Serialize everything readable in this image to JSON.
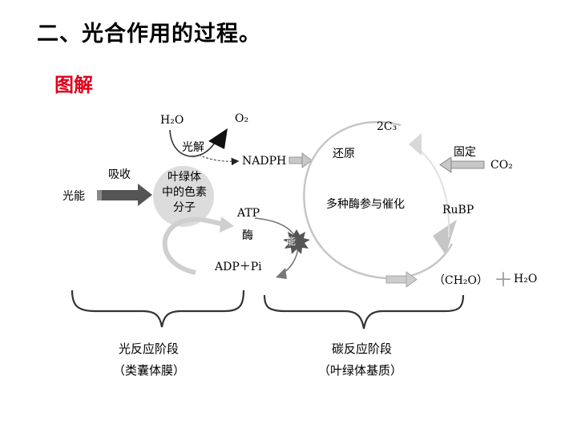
{
  "slide": {
    "title": "二、光合作用的过程。",
    "subtitle": "图解"
  },
  "light_reaction": {
    "water": "H₂O",
    "oxygen": "O₂",
    "photolysis": "光解",
    "nadph": "NADPH",
    "absorb": "吸收",
    "light_energy": "光能",
    "pigment_line1": "叶绿体",
    "pigment_line2": "中的色素",
    "pigment_line3": "分子",
    "atp": "ATP",
    "enzyme": "酶",
    "adp": "ADP＋Pi",
    "energy_badge": "能"
  },
  "dark_reaction": {
    "c3": "2C₃",
    "reduction": "还原",
    "fixation": "固定",
    "co2": "CO₂",
    "enzymes": "多种酶参与催化",
    "rubp": "RuBP",
    "carbohydrate": "（CH₂O）",
    "plus": "＋",
    "water_out": "H₂O"
  },
  "stages": {
    "light_stage": "光反应阶段",
    "light_location": "（类囊体膜）",
    "carbon_stage": "碳反应阶段",
    "carbon_location": "（叶绿体基质）"
  },
  "colors": {
    "accent_red": "#e0001a",
    "arrow_gray": "#a8a8a8",
    "dark_arrow": "#444444"
  }
}
